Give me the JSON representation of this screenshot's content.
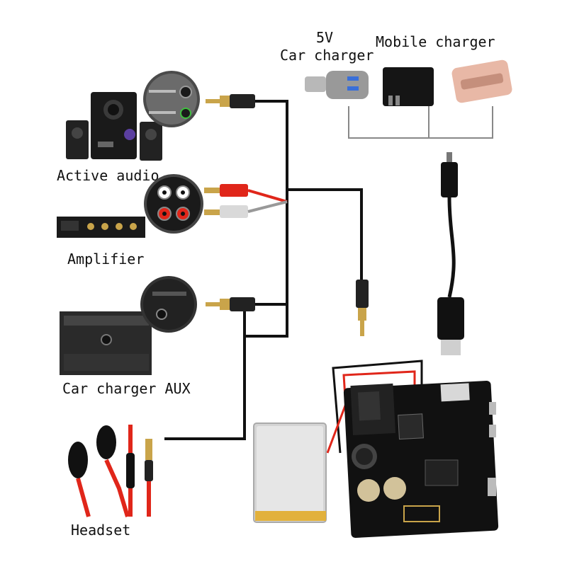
{
  "labels": {
    "active_audio": "Active audio",
    "amplifier": "Amplifier",
    "car_charger_aux": "Car charger AUX",
    "headset": "Headset",
    "car_charger_5v_line1": "5V",
    "car_charger_5v_line2": "Car charger",
    "mobile_charger": "Mobile charger"
  },
  "colors": {
    "wire": "#111111",
    "red_wire": "#e0261a",
    "board": "#111111",
    "battery": "#d9d9d9"
  }
}
